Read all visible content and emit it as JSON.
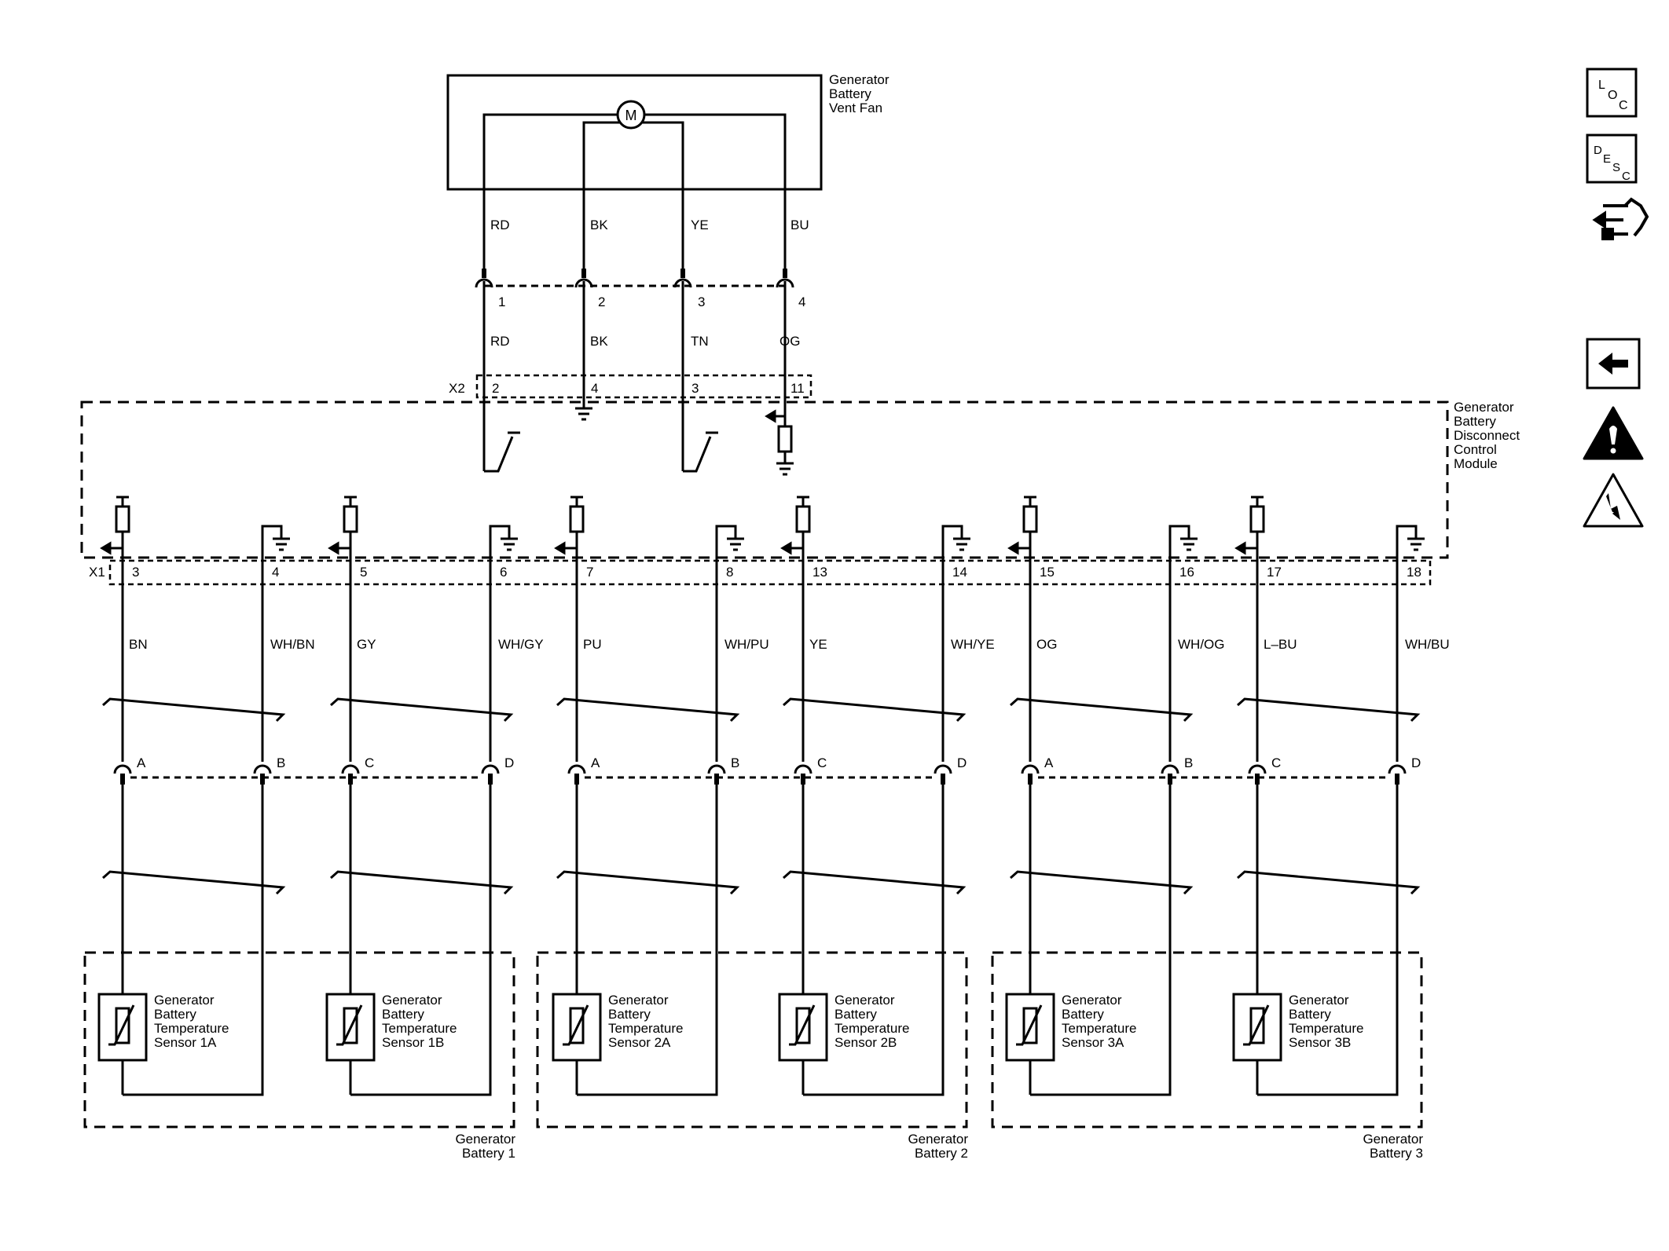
{
  "fan": {
    "label": [
      "Generator",
      "Battery",
      "Vent Fan"
    ],
    "motor": "M"
  },
  "fan_wires": [
    "RD",
    "BK",
    "YE",
    "BU"
  ],
  "harness_pins": [
    "1",
    "2",
    "3",
    "4"
  ],
  "harness_wires": [
    "RD",
    "BK",
    "TN",
    "OG"
  ],
  "x2": {
    "name": "X2",
    "pins": [
      "2",
      "4",
      "3",
      "11"
    ]
  },
  "module": {
    "label": [
      "Generator",
      "Battery",
      "Disconnect",
      "Control",
      "Module"
    ]
  },
  "x1": {
    "name": "X1",
    "pins": [
      "3",
      "4",
      "5",
      "6",
      "7",
      "8",
      "13",
      "14",
      "15",
      "16",
      "17",
      "18"
    ]
  },
  "sensor_wires": [
    "BN",
    "WH/BN",
    "GY",
    "WH/GY",
    "PU",
    "WH/PU",
    "YE",
    "WH/YE",
    "OG",
    "WH/OG",
    "L–BU",
    "WH/BU"
  ],
  "connector_pins": [
    "A",
    "B",
    "C",
    "D",
    "A",
    "B",
    "C",
    "D",
    "A",
    "B",
    "C",
    "D"
  ],
  "sensors": [
    [
      "Generator",
      "Battery",
      "Temperature",
      "Sensor 1A"
    ],
    [
      "Generator",
      "Battery",
      "Temperature",
      "Sensor 1B"
    ],
    [
      "Generator",
      "Battery",
      "Temperature",
      "Sensor 2A"
    ],
    [
      "Generator",
      "Battery",
      "Temperature",
      "Sensor 2B"
    ],
    [
      "Generator",
      "Battery",
      "Temperature",
      "Sensor 3A"
    ],
    [
      "Generator",
      "Battery",
      "Temperature",
      "Sensor 3B"
    ]
  ],
  "batteries": [
    [
      "Generator",
      "Battery 1"
    ],
    [
      "Generator",
      "Battery 2"
    ],
    [
      "Generator",
      "Battery 3"
    ]
  ],
  "side_icons": {
    "loc": {
      "letters": [
        "L",
        "O",
        "C"
      ],
      "name": "location-icon"
    },
    "desc": {
      "letters": [
        "D",
        "E",
        "S",
        "C"
      ],
      "name": "description-icon"
    },
    "connector": {
      "name": "connector-repair-icon"
    },
    "back": {
      "name": "back-arrow-icon"
    },
    "warning": {
      "name": "warning-icon"
    },
    "esd": {
      "name": "electrostatic-discharge-icon"
    }
  }
}
